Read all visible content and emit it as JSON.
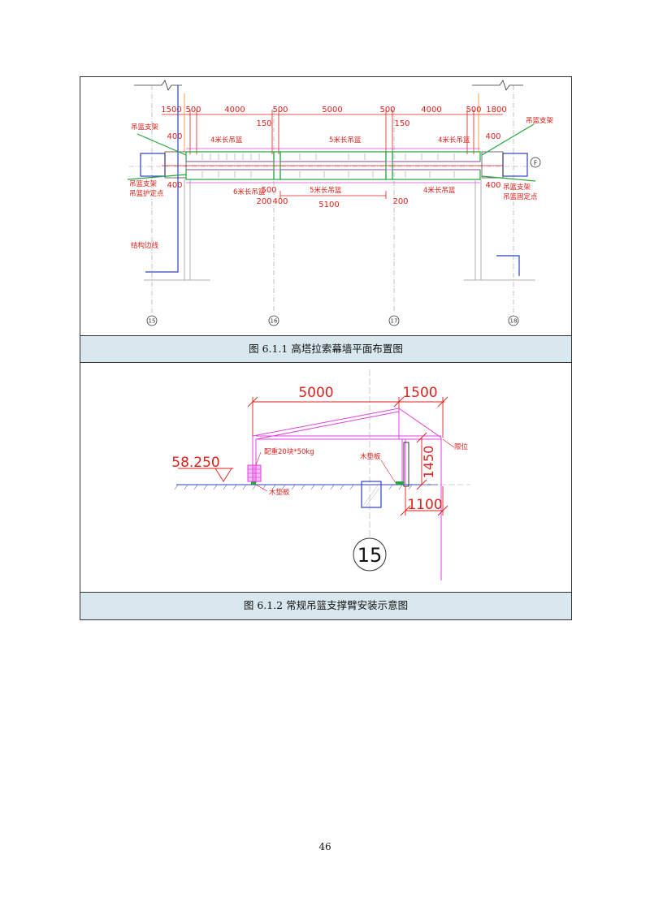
{
  "figure1": {
    "caption": "图 6.1.1 高塔拉索幕墙平面布置图",
    "top_dims": [
      "1500",
      "500",
      "4000",
      "500",
      "5000",
      "500",
      "4000",
      "500",
      "1800"
    ],
    "small_dims": [
      "150",
      "150",
      "400",
      "400",
      "400",
      "400",
      "500",
      "5100",
      "200",
      "400",
      "200"
    ],
    "labels": {
      "basket_bracket_l": "吊篮支架",
      "basket_bracket_r": "吊篮支架",
      "basket_4m_tl": "4米长吊篮",
      "basket_5m_t": "5米长吊篮",
      "basket_4m_tr": "4米长吊篮",
      "basket_6m_bl": "6米长吊篮",
      "basket_5m_b": "5米长吊篮",
      "basket_4m_br": "4米长吊篮",
      "basket_bracket_bl": "吊篮支架",
      "basket_guard_bl": "吊篮护定点",
      "basket_bracket_br": "吊篮支架",
      "basket_fixed_br": "吊篮固定点",
      "structure_edge": "结构边线",
      "axis_f": "F"
    },
    "axes": [
      "15",
      "16",
      "17",
      "18"
    ]
  },
  "figure2": {
    "caption": "图 6.1.2 常规吊篮支撑臂安装示意图",
    "dim_5000": "5000",
    "dim_1500": "1500",
    "dim_1450": "1450",
    "dim_1100": "1100",
    "elevation": "58.250",
    "counterweight": "配重20块*50kg",
    "wood_block_l": "木垫板",
    "wood_block_r": "木垫板",
    "limit": "限位",
    "axis": "15"
  },
  "page_number": "46",
  "colors": {
    "caption_bg": "#d9e8ee",
    "red": "#e0201a",
    "magenta": "#e040e0",
    "green": "#22a83a",
    "blue": "#3040c0"
  }
}
